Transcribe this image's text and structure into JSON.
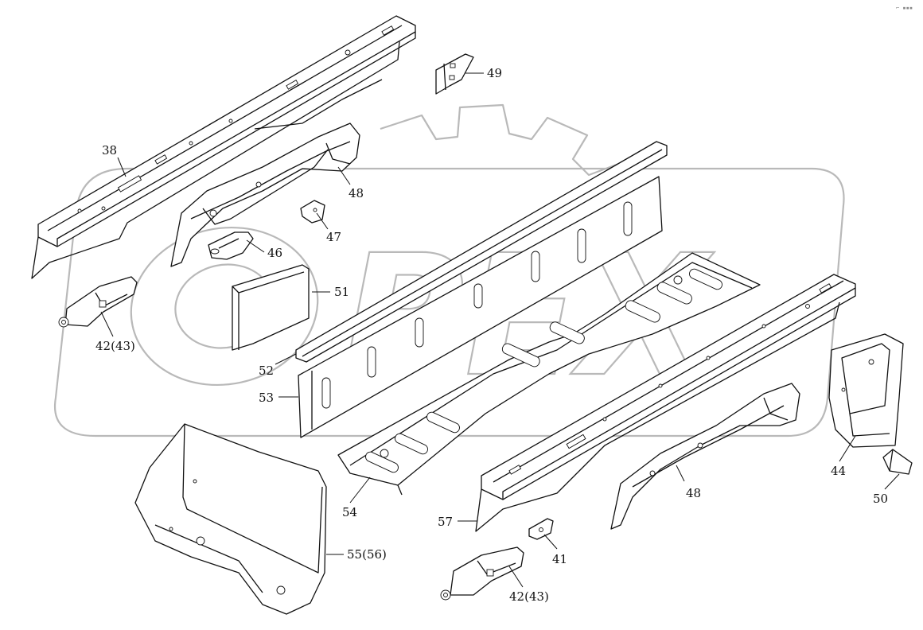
{
  "diagram": {
    "corner_mark": "⌐ ▪▪▪",
    "watermark_text": "OPEX",
    "callouts": {
      "c38": "38",
      "c48a": "48",
      "c49": "49",
      "c47": "47",
      "c46": "46",
      "c51": "51",
      "c42a": "42(43)",
      "c52": "52",
      "c53": "53",
      "c54": "54",
      "c57": "57",
      "c48b": "48",
      "c44": "44",
      "c50": "50",
      "c41": "41",
      "c42b": "42(43)",
      "c55": "55(56)"
    }
  }
}
